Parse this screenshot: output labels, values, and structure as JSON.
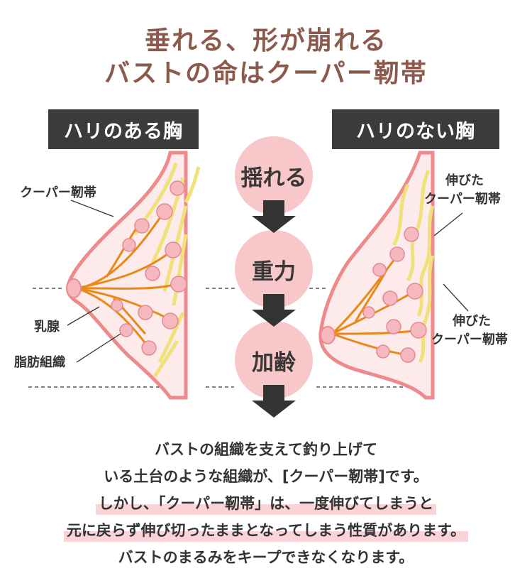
{
  "title": {
    "line1": "垂れる、形が崩れる",
    "line2": "バストの命はクーパー靭帯"
  },
  "panels": {
    "left_label": "ハリのある胸",
    "right_label": "ハリのない胸"
  },
  "annotations": {
    "left_cooper": "クーパー靭帯",
    "mammary": "乳腺",
    "fat": "脂肪組織",
    "right_stretched_1_a": "伸びた",
    "right_stretched_1_b": "クーパー靭帯",
    "right_stretched_2_a": "伸びた",
    "right_stretched_2_b": "クーパー靭帯"
  },
  "stages": [
    "揺れる",
    "重力",
    "加齢"
  ],
  "body": {
    "line1": "バストの組織を支えて釣り上げて",
    "line2": "いる土台のような組織が、[クーパー靭帯]です。",
    "line3": "しかし、「クーパー靭帯」は、一度伸びてしまうと",
    "line4": "元に戻らず伸び切ったままとなってしまう性質があります。",
    "line5": "バストのまるみをキープできなくなります。"
  },
  "colors": {
    "title": "#8c5a4c",
    "label_bg": "#3d3a3a",
    "stage_circle": "#f7c7c9",
    "breast_outline": "#ec8a8c",
    "breast_fill": "#fdeaea",
    "duct": "#e68a1a",
    "lobule": "#f5b8bf",
    "ligament": "#f0e27a",
    "highlight": "#f9d3d6"
  }
}
